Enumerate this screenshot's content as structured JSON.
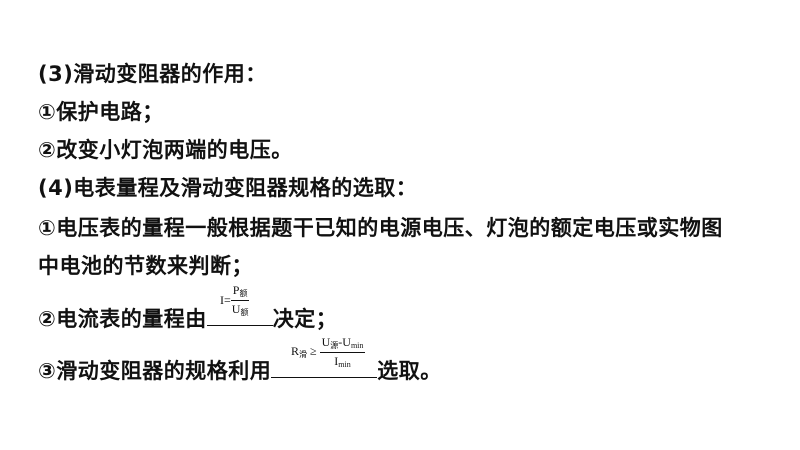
{
  "lines": [
    "(3)滑动变阻器的作用：",
    "①保护电路；",
    "②改变小灯泡两端的电压。",
    "(4)电表量程及滑动变阻器规格的选取：",
    "①电压表的量程一般根据题干已知的电源电压、灯泡的额定电压或实物图",
    "中电池的节数来判断；"
  ],
  "line7": {
    "prefix": "②电流表的量程由",
    "suffix": "决定；"
  },
  "line8": {
    "prefix": "③滑动变阻器的规格利用",
    "suffix": "选取。"
  },
  "formula1": {
    "lhs": "I=",
    "num_main": "P",
    "num_sub": "额",
    "den_main": "U",
    "den_sub": "额"
  },
  "formula2": {
    "lhs_main": "R",
    "lhs_sub": "滑",
    "op": "≥",
    "num_a": "U",
    "num_a_sub": "源",
    "num_b": "-U",
    "num_b_sub": "min",
    "den_main": "I",
    "den_sub": "min"
  }
}
